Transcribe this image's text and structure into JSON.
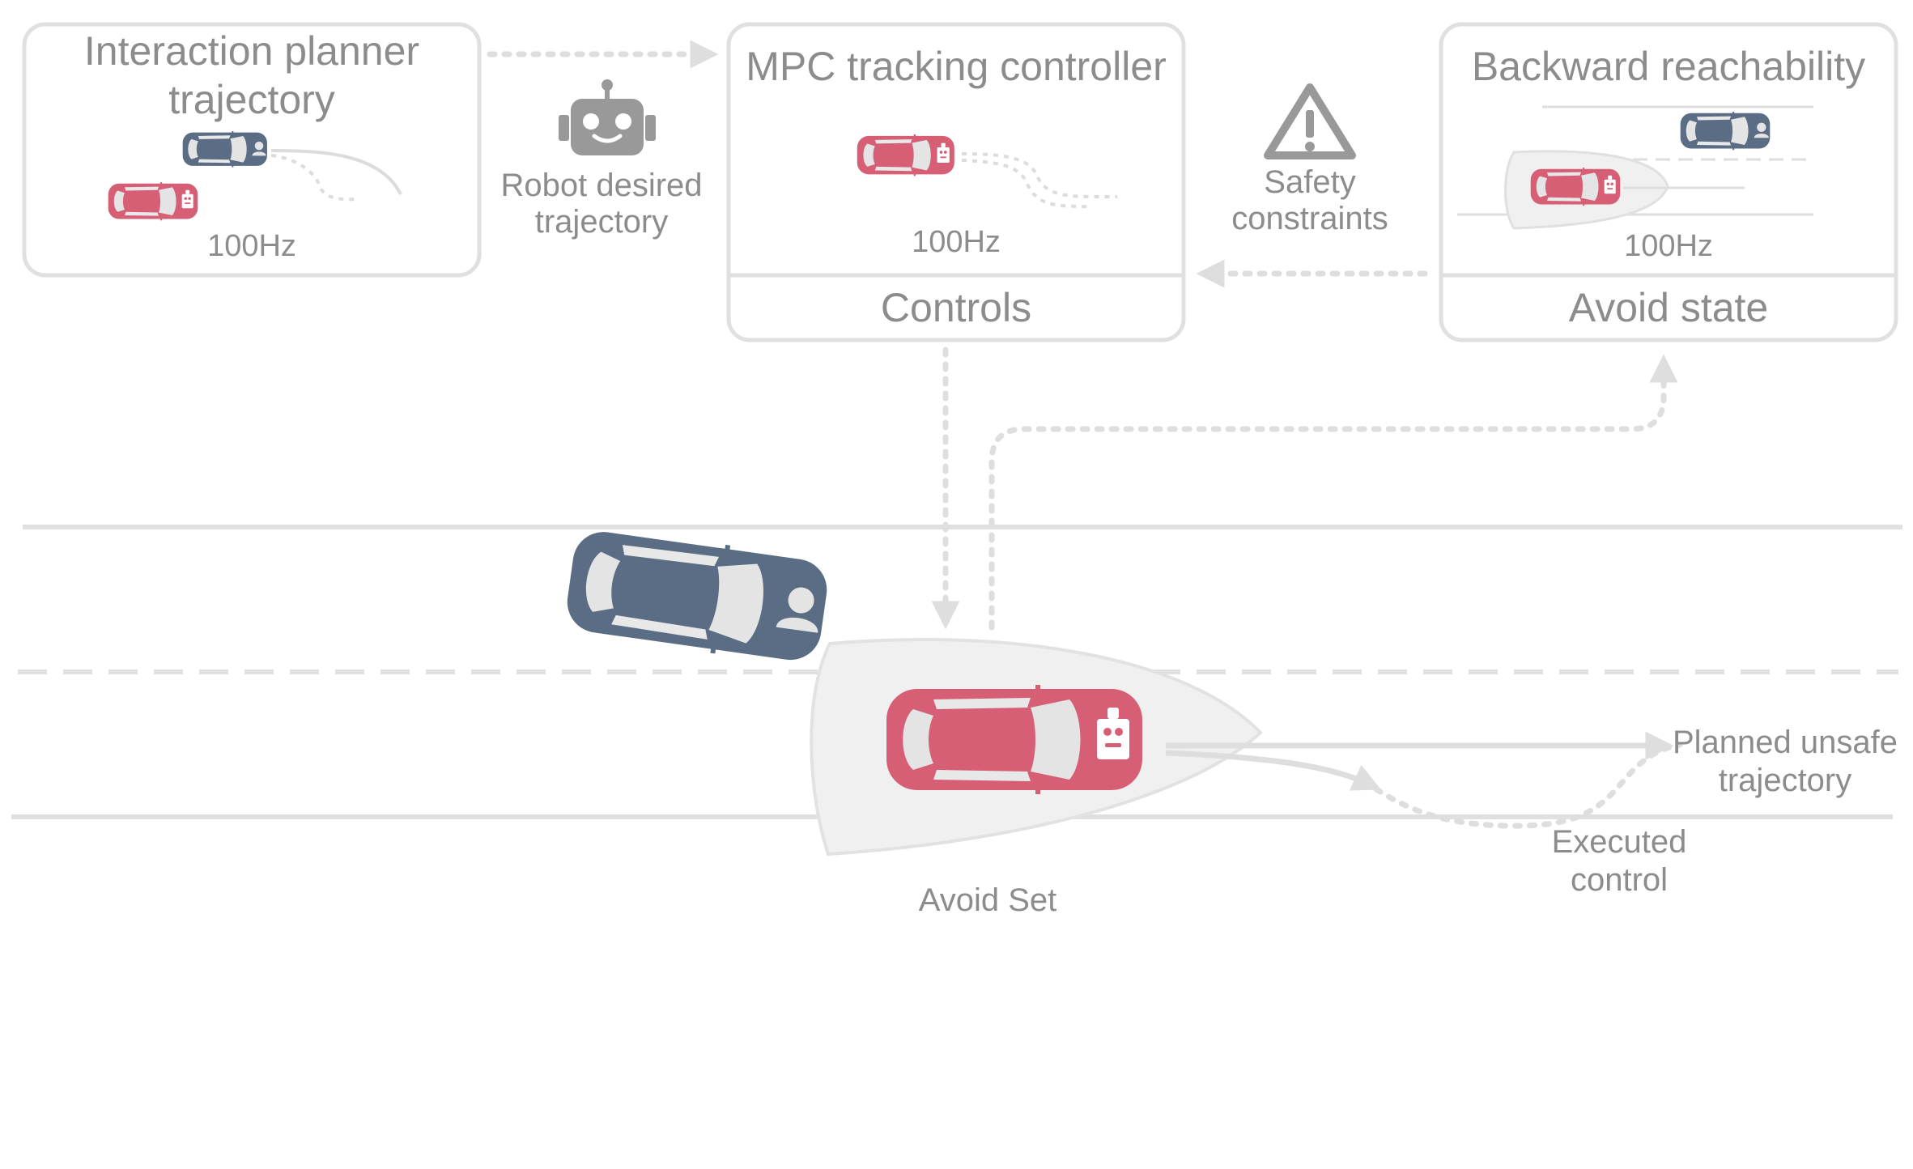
{
  "boxes": {
    "planner": {
      "title_line1": "Interaction planner",
      "title_line2": "trajectory",
      "rate": "100Hz"
    },
    "mpc": {
      "title": "MPC tracking controller",
      "rate": "100Hz",
      "footer": "Controls"
    },
    "reach": {
      "title": "Backward reachability",
      "rate": "100Hz",
      "footer": "Avoid state"
    }
  },
  "annotations": {
    "robot_desired_line1": "Robot desired",
    "robot_desired_line2": "trajectory",
    "safety_line1": "Safety",
    "safety_line2": "constraints",
    "avoid_set": "Avoid Set",
    "planned_unsafe_line1": "Planned unsafe",
    "planned_unsafe_line2": "trajectory",
    "executed_line1": "Executed",
    "executed_line2": "control"
  },
  "icons": [
    "robot-icon",
    "warning-icon",
    "robot-car-icon",
    "human-car-icon"
  ],
  "colors": {
    "robot_car": "#d65f76",
    "human_car": "#5b6d85",
    "box_stroke": "#e0e0e0",
    "text": "#8c8c8c",
    "avoid_set_fill": "#f0f0f0"
  }
}
